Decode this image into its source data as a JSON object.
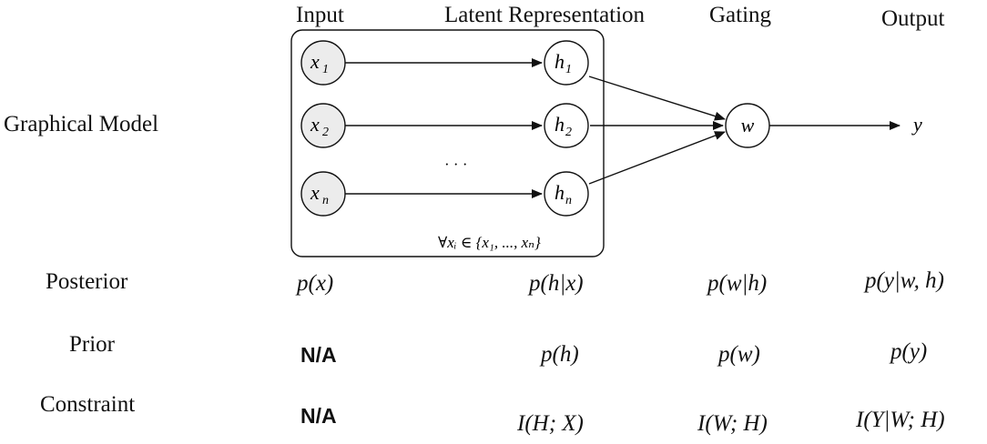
{
  "columns": {
    "input": "Input",
    "latent": "Latent Representation",
    "gating": "Gating",
    "output": "Output"
  },
  "rows": {
    "graphical_model": "Graphical Model",
    "posterior": "Posterior",
    "prior": "Prior",
    "constraint": "Constraint"
  },
  "diagram": {
    "inputs": [
      {
        "base": "x",
        "sub": "1"
      },
      {
        "base": "x",
        "sub": "2"
      },
      {
        "base": "x",
        "sub": "n"
      }
    ],
    "latents": [
      {
        "base": "h",
        "sub": "1"
      },
      {
        "base": "h",
        "sub": "2"
      },
      {
        "base": "h",
        "sub": "n"
      }
    ],
    "gate": "w",
    "output": "y",
    "ellipsis": "· · ·",
    "plate_label": "∀xᵢ ∈ {x₁, ..., xₙ}"
  },
  "posterior": {
    "input": "p(x)",
    "latent": "p(h|x)",
    "gating": "p(w|h)",
    "output": "p(y|w, h)"
  },
  "prior": {
    "input": "N/A",
    "latent": "p(h)",
    "gating": "p(w)",
    "output": "p(y)"
  },
  "constraint": {
    "input": "N/A",
    "latent": "I(H; X)",
    "gating": "I(W; H)",
    "output": "I(Y|W; H)"
  },
  "colors": {
    "input_node_fill": "#ececec",
    "node_fill": "#ffffff",
    "stroke": "#111111"
  }
}
